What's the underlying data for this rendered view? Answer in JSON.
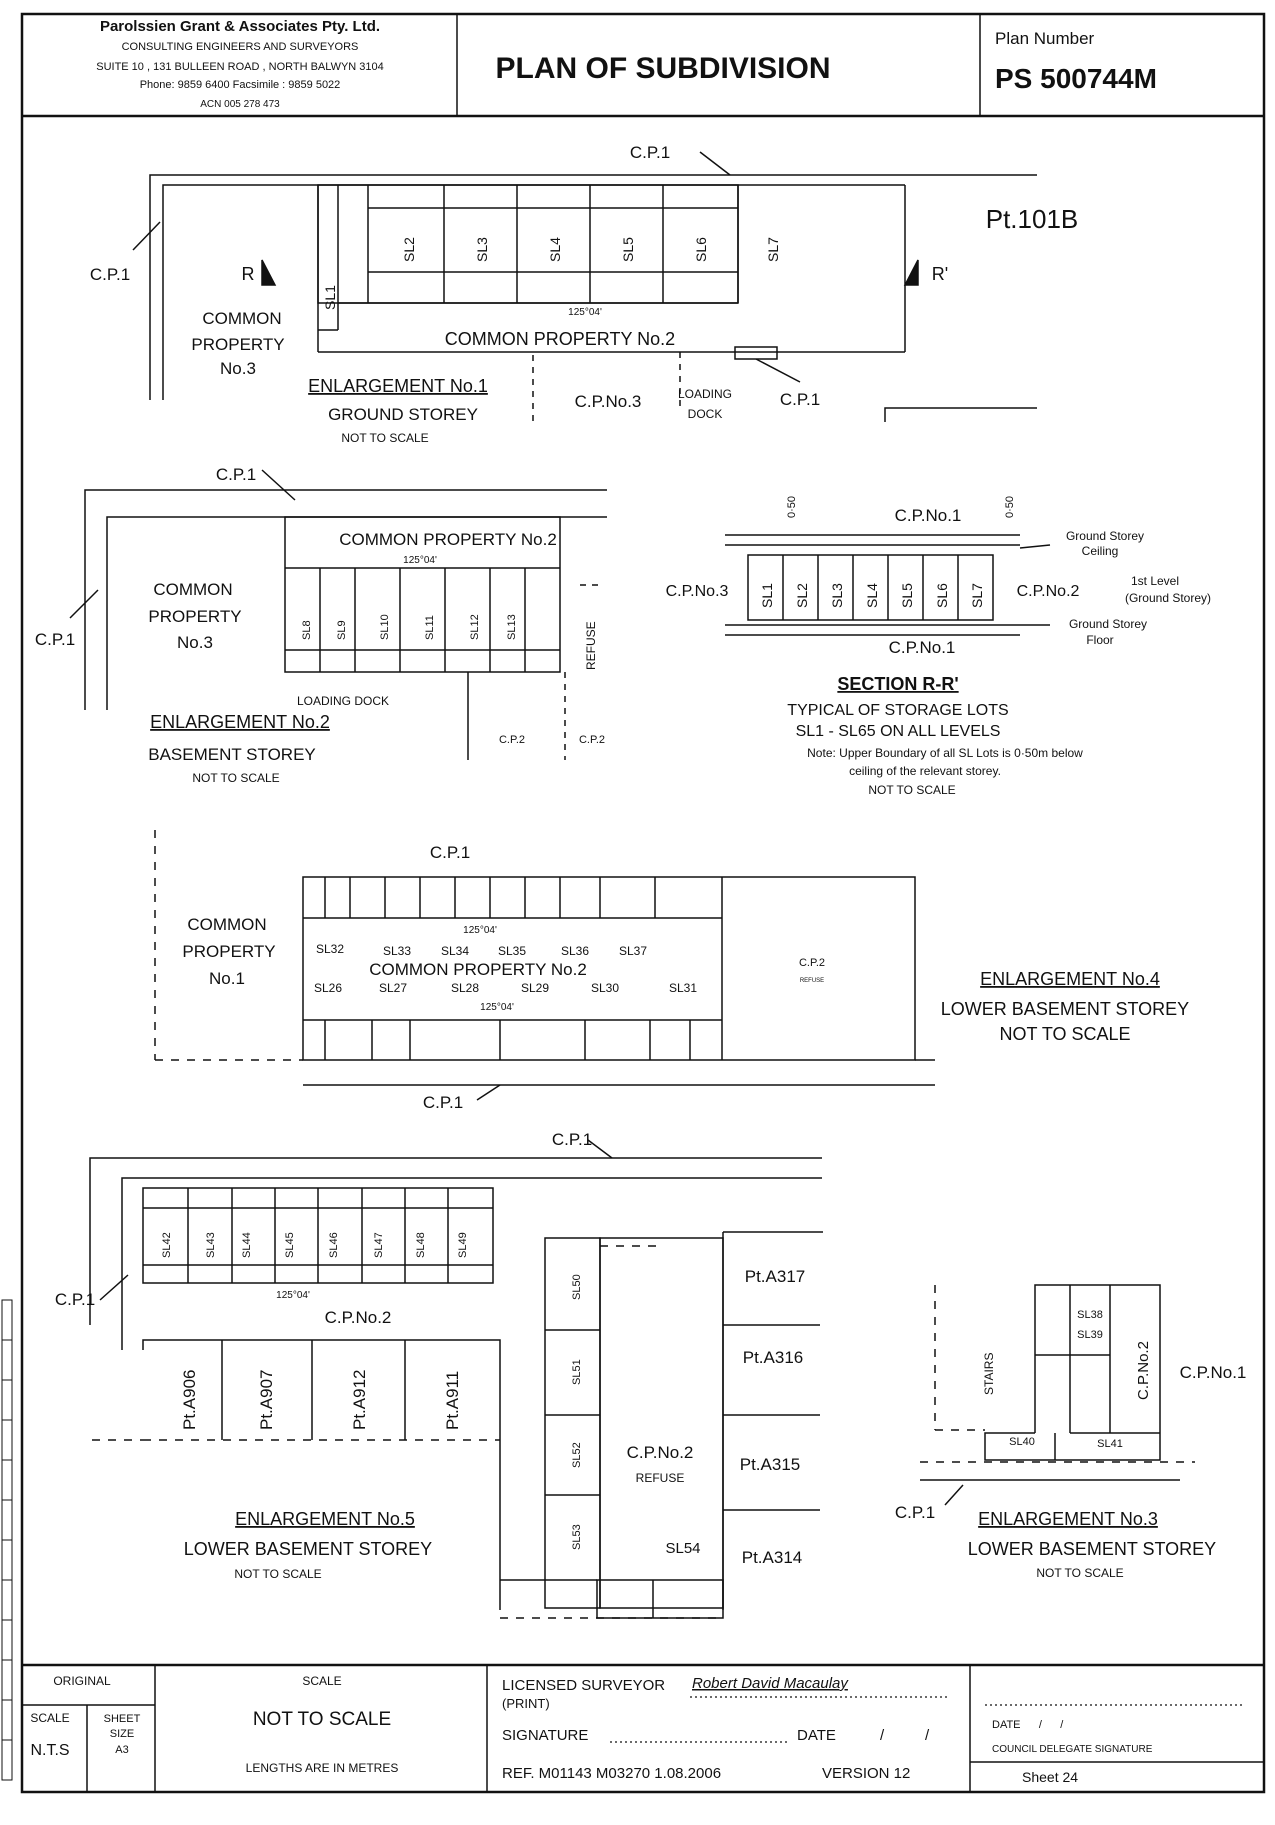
{
  "header": {
    "company": "Parolssien Grant & Associates Pty. Ltd.",
    "subtitle": "CONSULTING ENGINEERS AND SURVEYORS",
    "address": "SUITE 10 , 131 BULLEEN ROAD , NORTH BALWYN 3104",
    "phone": "Phone: 9859 6400 Facsimile : 9859 5022",
    "acn": "ACN 005 278 473",
    "title": "PLAN OF SUBDIVISION",
    "plan_number_label": "Plan Number",
    "plan_number": "PS 500744M"
  },
  "enl1": {
    "cp1": "C.P.1",
    "cp1_left": "C.P.1",
    "pt": "Pt.101B",
    "r": "R",
    "rprime": "R'",
    "common_l1": "COMMON",
    "common_l2": "PROPERTY",
    "common_l3": "No.3",
    "cpno2": "COMMON PROPERTY No.2",
    "title": "ENLARGEMENT No.1",
    "storey": "GROUND STOREY",
    "nts": "NOT TO SCALE",
    "cpno3": "C.P.No.3",
    "loading1": "LOADING",
    "loading2": "DOCK",
    "cp1_bottom": "C.P.1",
    "bearing": "125°04'",
    "lots": [
      "SL1",
      "SL2",
      "SL3",
      "SL4",
      "SL5",
      "SL6",
      "SL7"
    ]
  },
  "enl2": {
    "cp1": "C.P.1",
    "cp1_left": "C.P.1",
    "cpno2": "COMMON PROPERTY No.2",
    "bearing": "125°04'",
    "common_l1": "COMMON",
    "common_l2": "PROPERTY",
    "common_l3": "No.3",
    "refuse": "REFUSE",
    "loading": "LOADING DOCK",
    "cp2a": "C.P.2",
    "cp2b": "C.P.2",
    "title": "ENLARGEMENT No.2",
    "storey": "BASEMENT STOREY",
    "nts": "NOT TO SCALE",
    "lots": [
      "SL8",
      "SL9",
      "SL10",
      "SL11",
      "SL12",
      "SL13"
    ]
  },
  "section": {
    "cpno1_top": "C.P.No.1",
    "cpno1_bottom": "C.P.No.1",
    "cpno3": "C.P.No.3",
    "cpno2": "C.P.No.2",
    "ceiling1": "Ground Storey",
    "ceiling2": "Ceiling",
    "level1": "1st Level",
    "level2": "(Ground Storey)",
    "floor1": "Ground Storey",
    "floor2": "Floor",
    "title": "SECTION R-R'",
    "line1": "TYPICAL OF STORAGE LOTS",
    "line2": "SL1 - SL65 ON ALL LEVELS",
    "note1": "Note: Upper Boundary of all SL Lots is 0·50m below",
    "note2": "ceiling of the relevant storey.",
    "nts": "NOT TO SCALE",
    "dim": "0·50",
    "lots": [
      "SL1",
      "SL2",
      "SL3",
      "SL4",
      "SL5",
      "SL6",
      "SL7"
    ]
  },
  "enl4": {
    "cp1_top": "C.P.1",
    "cp1_bottom": "C.P.1",
    "common_l1": "COMMON",
    "common_l2": "PROPERTY",
    "common_l3": "No.1",
    "cpno2": "COMMON PROPERTY No.2",
    "bearing": "125°04'",
    "cp2": "C.P.2",
    "refuse": "REFUSE",
    "title": "ENLARGEMENT No.4",
    "storey": "LOWER BASEMENT STOREY",
    "nts": "NOT TO SCALE",
    "top_lots": [
      "SL32",
      "SL33",
      "SL34",
      "SL35",
      "SL36",
      "SL37"
    ],
    "bottom_lots": [
      "SL26",
      "SL27",
      "SL28",
      "SL29",
      "SL30",
      "SL31"
    ]
  },
  "enl5": {
    "cp1_top": "C.P.1",
    "cp1_left": "C.P.1",
    "cpno2": "C.P.No.2",
    "bearing": "125°04'",
    "title": "ENLARGEMENT No.5",
    "storey": "LOWER BASEMENT STOREY",
    "nts": "NOT TO SCALE",
    "lots": [
      "SL42",
      "SL43",
      "SL44",
      "SL45",
      "SL46",
      "SL47",
      "SL48",
      "SL49"
    ],
    "parcels": [
      "Pt.A906",
      "Pt.A907",
      "Pt.A912",
      "Pt.A911"
    ],
    "right_parcels": [
      "Pt.A317",
      "Pt.A316",
      "Pt.A315",
      "Pt.A314"
    ],
    "col_lots": [
      "SL50",
      "SL51",
      "SL52",
      "SL53"
    ],
    "cp2_center": "C.P.No.2",
    "refuse": "REFUSE",
    "sl54": "SL54"
  },
  "enl3": {
    "stairs": "STAIRS",
    "cpno2": "C.P.No.2",
    "cpno1": "C.P.No.1",
    "cp1": "C.P.1",
    "title": "ENLARGEMENT No.3",
    "storey": "LOWER BASEMENT STOREY",
    "nts": "NOT TO SCALE",
    "lots": [
      "SL38",
      "SL39",
      "SL40",
      "SL41"
    ]
  },
  "footer": {
    "original": "ORIGINAL",
    "scale_label": "SCALE",
    "scale_val": "N.T.S",
    "sheet_size_l1": "SHEET",
    "sheet_size_l2": "SIZE",
    "sheet_size_l3": "A3",
    "scale_head": "SCALE",
    "not_to_scale": "NOT TO SCALE",
    "lengths": "LENGTHS ARE IN METRES",
    "surveyor_label": "LICENSED SURVEYOR",
    "surveyor_print": "(PRINT)",
    "surveyor_name": "Robert David Macaulay",
    "signature": "SIGNATURE",
    "date": "DATE",
    "ref": "REF.  M01143  M03270  1.08.2006",
    "version": "VERSION  12",
    "council_date": "DATE      /      /",
    "council_sig": "COUNCIL DELEGATE SIGNATURE",
    "sheet": "Sheet  24"
  }
}
